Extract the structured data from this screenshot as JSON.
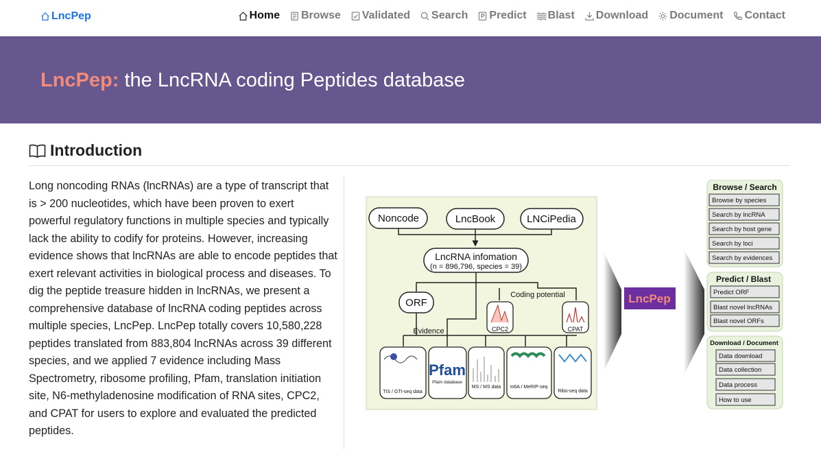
{
  "nav": {
    "brand": "LncPep",
    "items": [
      {
        "label": "Home",
        "icon": "home-icon",
        "active": true
      },
      {
        "label": "Browse",
        "icon": "browse-icon"
      },
      {
        "label": "Validated",
        "icon": "validated-icon"
      },
      {
        "label": "Search",
        "icon": "search-icon"
      },
      {
        "label": "Predict",
        "icon": "predict-icon"
      },
      {
        "label": "Blast",
        "icon": "blast-icon"
      },
      {
        "label": "Download",
        "icon": "download-icon"
      },
      {
        "label": "Document",
        "icon": "gear-icon"
      },
      {
        "label": "Contact",
        "icon": "phone-icon"
      }
    ]
  },
  "hero": {
    "accent": "LncPep:",
    "rest": " the LncRNA coding Peptides database"
  },
  "intro": {
    "heading": "Introduction",
    "body": "Long noncoding RNAs (lncRNAs) are a type of transcript that is > 200 nucleotides, which have been proven to exert powerful regulatory functions in multiple species and typically lack the ability to codify for proteins. However, increasing evidence shows that lncRNAs are able to encode peptides that exert relevant activities in biological process and diseases. To dig the peptide treasure hidden in lncRNAs, we present a comprehensive database of lncRNA coding peptides across multiple species, LncPep. LncPep totally covers 10,580,228 peptides translated from 883,804 lncRNAs across 39 different species, and we applied 7 evidence including Mass Spectrometry, ribosome profiling, Pfam, translation initiation site, N6-methyladenosine modification of RNA sites, CPC2, and CPAT for users to explore and evaluated the predicted peptides."
  },
  "figure": {
    "sources": [
      "Noncode",
      "LncBook",
      "LNCiPedia"
    ],
    "info_title": "LncRNA infomation",
    "info_sub": "(n = 896,796, species = 39)",
    "orf": "ORF",
    "coding_potential": "Coding potential",
    "evidence": "Evidence",
    "cpc2": "CPC2",
    "cpat": "CPAT",
    "pfam_logo": "Pfam",
    "evidence_items": [
      "TIS / GTI-seq data",
      "Pfam database",
      "MS / MS data",
      "m6A / MeRIP-seq",
      "Ribo-seq data"
    ],
    "center": "LncPep",
    "browse_title": "Browse / Search",
    "browse_items": [
      "Browse by species",
      "Search by lncRNA",
      "Search by host gene",
      "Search by loci",
      "Search by evidences"
    ],
    "predict_title": "Predict / Blast",
    "predict_items": [
      "Predict ORF",
      "Blast novel lncRNAs",
      "Blast novel ORFs"
    ],
    "download_title": "Download / Document",
    "download_items": [
      "Data download",
      "Data collection",
      "Data process",
      "How to use"
    ]
  },
  "colors": {
    "brand": "#1a73e8",
    "hero_bg": "#67578f",
    "hero_accent": "#f28b7b",
    "lncpep_box": "#6b2fa0",
    "lncpep_text": "#f28b7b",
    "panel_bg": "#f2f6df"
  }
}
